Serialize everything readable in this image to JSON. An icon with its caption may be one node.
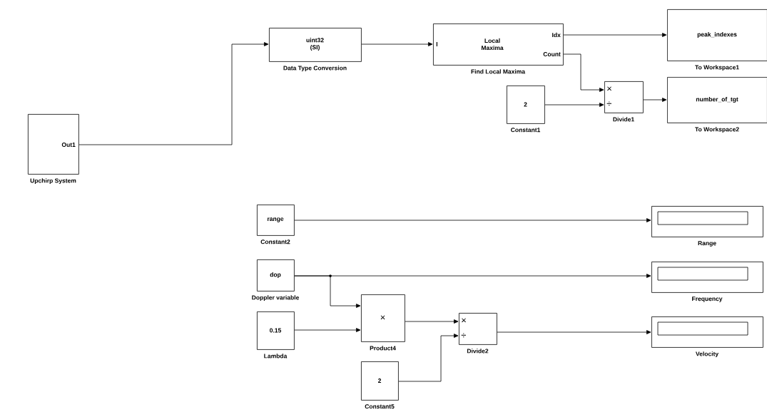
{
  "diagram": {
    "nodes": [
      {
        "text": [
          "Out1"
        ],
        "beside": [
          "Upchirp System"
        ]
      },
      {
        "text": [
          "uint32 (SI)"
        ],
        "beside": [
          "Data Type Conversion"
        ]
      },
      {
        "text": [
          "I",
          "Local Maxima",
          "Idx",
          "Count"
        ],
        "beside": [
          "Find Local Maxima"
        ]
      },
      {
        "text": [
          "peak_indexes"
        ],
        "beside": [
          "To Workspace1"
        ]
      },
      {
        "text": [
          "2"
        ],
        "beside": [
          "Constant1"
        ]
      },
      {
        "text": [
          "×",
          "÷"
        ],
        "beside": [
          "Divide1"
        ]
      },
      {
        "text": [
          "number_of_tgt"
        ],
        "beside": [
          "To Workspace2"
        ]
      },
      {
        "text": [
          "range"
        ],
        "beside": [
          "Constant2"
        ]
      },
      {
        "text": [],
        "shape": "box",
        "beside": [
          "Range"
        ]
      },
      {
        "text": [
          "dop"
        ],
        "beside": [
          "Doppler variable"
        ]
      },
      {
        "text": [],
        "shape": "box",
        "beside": [
          "Frequency"
        ]
      },
      {
        "text": [
          "0.15"
        ],
        "beside": [
          "Lambda"
        ]
      },
      {
        "text": [
          "×"
        ],
        "beside": [
          "Product4"
        ]
      },
      {
        "text": [
          "×",
          "÷"
        ],
        "beside": [
          "Divide2"
        ]
      },
      {
        "text": [],
        "shape": "box",
        "beside": [
          "Velocity"
        ]
      },
      {
        "text": [
          "2"
        ],
        "beside": [
          "Constant5"
        ]
      }
    ],
    "edges": [
      {
        "from": 0,
        "to": 1,
        "arrow": "to"
      },
      {
        "from": 1,
        "to": 2,
        "arrow": "to"
      },
      {
        "from": 2,
        "to": 3,
        "arrow": "to"
      },
      {
        "from": 2,
        "to": 5,
        "arrow": "to"
      },
      {
        "from": 4,
        "to": 5,
        "arrow": "to"
      },
      {
        "from": 5,
        "to": 6,
        "arrow": "to"
      },
      {
        "from": 7,
        "to": 8,
        "arrow": "to"
      },
      {
        "from": 9,
        "to": 10,
        "arrow": "to"
      },
      {
        "from": 9,
        "to": 12,
        "arrow": "to"
      },
      {
        "from": 11,
        "to": 12,
        "arrow": "to"
      },
      {
        "from": 12,
        "to": 13,
        "arrow": "to"
      },
      {
        "from": 15,
        "to": 13,
        "arrow": "to"
      },
      {
        "from": 13,
        "to": 14,
        "arrow": "to"
      }
    ]
  }
}
